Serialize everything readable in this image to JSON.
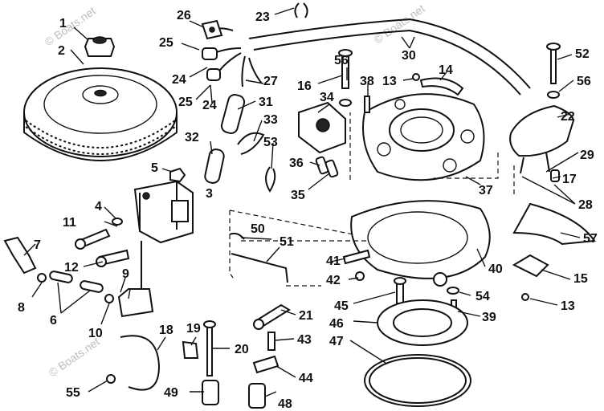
{
  "watermark": "© Boats.net",
  "labels": [
    "1",
    "2",
    "26",
    "23",
    "25",
    "24",
    "25",
    "24",
    "27",
    "31",
    "33",
    "32",
    "53",
    "5",
    "3",
    "4",
    "11",
    "7",
    "12",
    "9",
    "8",
    "6",
    "10",
    "18",
    "19",
    "20",
    "55",
    "49",
    "48",
    "44",
    "43",
    "21",
    "50",
    "51",
    "16",
    "56",
    "38",
    "13",
    "14",
    "34",
    "36",
    "35",
    "30",
    "37",
    "41",
    "42",
    "40",
    "45",
    "46",
    "47",
    "54",
    "39",
    "52",
    "56",
    "22",
    "29",
    "17",
    "28",
    "57",
    "15",
    "13"
  ]
}
